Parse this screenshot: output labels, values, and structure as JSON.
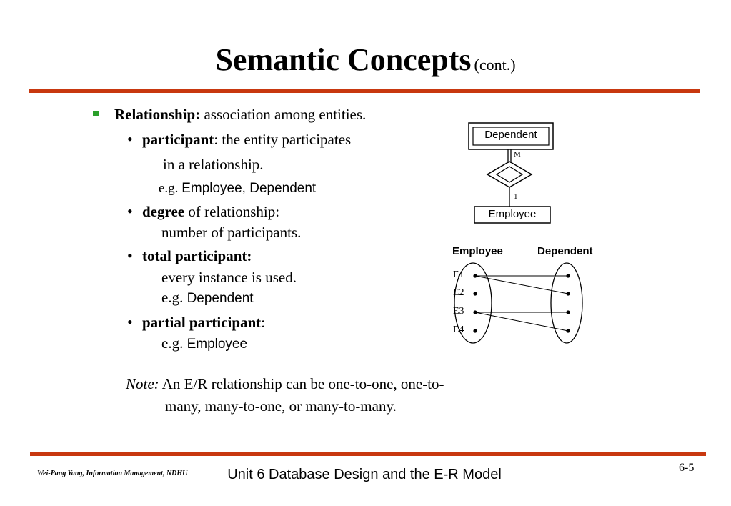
{
  "slide": {
    "title": "Semantic Concepts",
    "title_suffix": "(cont.)"
  },
  "content": {
    "relationship": {
      "term": "Relationship:",
      "text": " association among entities."
    },
    "participant": {
      "term": "participant",
      "text": ": the entity participates",
      "cont": "in a relationship.",
      "eg_prefix": "e.g. ",
      "eg_value": "Employee, Dependent"
    },
    "degree": {
      "term": "degree",
      "text": " of relationship:",
      "cont": "number of participants."
    },
    "total": {
      "term": "total participant:",
      "cont": "every instance is used.",
      "eg_prefix": "e.g. ",
      "eg_value": "Dependent"
    },
    "partial": {
      "term": "partial participant",
      "text": ":",
      "eg_prefix": "e.g. ",
      "eg_value": "Employee"
    },
    "note": {
      "label": "Note:",
      "text": " An E/R relationship can be one-to-one, one-to-",
      "cont": "many, many-to-one, or many-to-many."
    }
  },
  "er_diagram": {
    "top_entity": "Dependent",
    "top_cardinality": "M",
    "bottom_entity": "Employee",
    "bottom_cardinality": "1"
  },
  "mapping_diagram": {
    "left_header": "Employee",
    "right_header": "Dependent",
    "left_items": [
      "E1",
      "E2",
      "E3",
      "E4"
    ]
  },
  "footer": {
    "author": "Wei-Pang Yang, Information Management, NDHU",
    "unit": "Unit 6  Database Design and the E-R Model",
    "page": "6-5"
  }
}
